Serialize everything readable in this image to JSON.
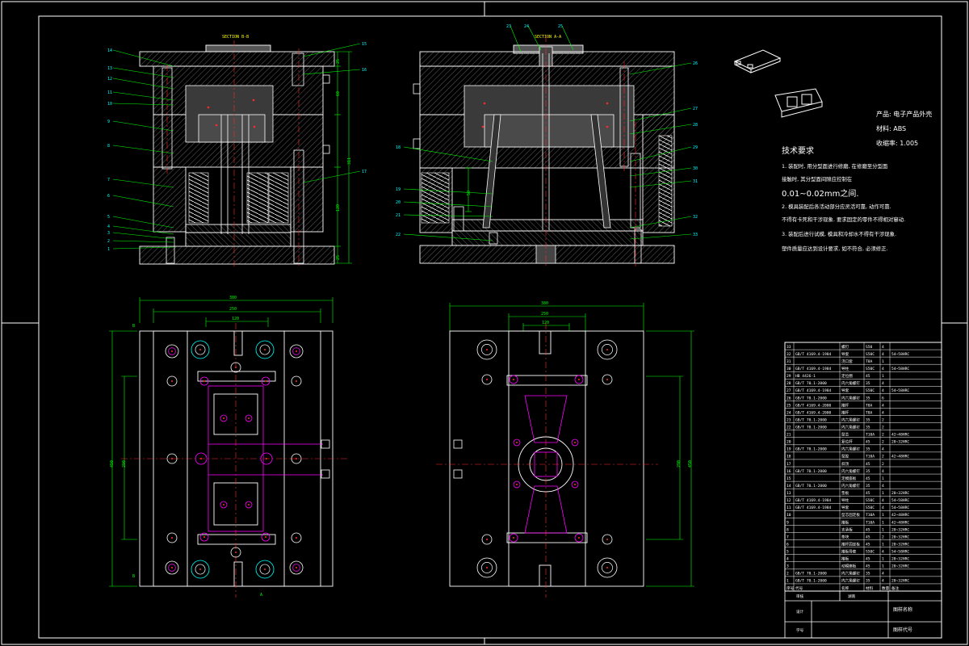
{
  "section_bb": "SECTION B-B",
  "section_aa": "SECTION A-A",
  "product": {
    "name_line": "产品: 电子产品外壳",
    "material_line": "材料: ABS",
    "shrink_line": "收缩率: 1.005"
  },
  "tech": {
    "heading": "技术要求",
    "lines": [
      "1. 装配时, 用分型面进行修磨, 在修磨至分型面",
      "接触时, 其分型面间隙应控制在",
      "0.01~0.02mm之间.",
      "2. 模具装配后各活动部分应灵活可靠, 动作可靠.",
      "不得有卡死和干涉现象. 要求固定的零件不得相对窜动.",
      "3. 装配后进行试模, 模具和冷却水不得有干涉现象.",
      "塑件质量应达到设计要求, 如不符合, 必须修正."
    ]
  },
  "dims": {
    "left_top": [
      "380",
      "250",
      "120"
    ],
    "right_top": [
      "380",
      "250",
      "120"
    ],
    "left_side": [
      "450",
      "290"
    ],
    "right_side": [
      "450",
      "290"
    ],
    "sec_right": [
      "25",
      "60",
      "120",
      "25",
      "311"
    ],
    "sec_inner": "50"
  },
  "view_marks": {
    "a_bottom": "A",
    "b_left_top": "B",
    "b_left_bottom": "B"
  },
  "callouts_left": [
    "14",
    "13",
    "12",
    "11",
    "10",
    "9",
    "8",
    "7",
    "6",
    "5",
    "4",
    "3",
    "2",
    "1"
  ],
  "callouts_left_right": [
    "15",
    "16",
    "17"
  ],
  "callouts_right_top": [
    "23",
    "24",
    "25"
  ],
  "callouts_right_right": [
    "26",
    "27",
    "28",
    "29",
    "30",
    "31",
    "32",
    "33"
  ],
  "callouts_right_left": [
    "18",
    "19",
    "20",
    "21",
    "22"
  ],
  "bom": {
    "rows": [
      [
        "33",
        "",
        "螺钉",
        "S50",
        "4",
        ""
      ],
      [
        "32",
        "GB/T 4169.4-1984",
        "导套",
        "S50C",
        "4",
        "54~58HRC"
      ],
      [
        "31",
        "",
        "浇口套",
        "T8A",
        "1",
        ""
      ],
      [
        "30",
        "GB/T 4169.4-1984",
        "导柱",
        "S50C",
        "4",
        "54~58HRC"
      ],
      [
        "29",
        "HB 4426-1",
        "定位圈",
        "45",
        "1",
        ""
      ],
      [
        "28",
        "GB/T 70.1-2000",
        "内六角螺钉",
        "35",
        "4",
        ""
      ],
      [
        "27",
        "GB/T 4169.4-1984",
        "导套",
        "S50C",
        "4",
        "54~58HRC"
      ],
      [
        "26",
        "GB/T 70.1-2000",
        "内六角螺钉",
        "35",
        "6",
        ""
      ],
      [
        "25",
        "GB/T 4169.4-2000",
        "推杆",
        "T8A",
        "4",
        ""
      ],
      [
        "24",
        "GB/T 4169.4-2000",
        "推杆",
        "T8A",
        "4",
        ""
      ],
      [
        "23",
        "GB/T 70.1-2000",
        "内六角螺钉",
        "35",
        "2",
        ""
      ],
      [
        "22",
        "GB/T 70.1-2000",
        "内六角螺钉",
        "35",
        "2",
        ""
      ],
      [
        "21",
        "",
        "型芯",
        "T10A",
        "2",
        "42~48HRC"
      ],
      [
        "20",
        "",
        "复位杆",
        "45",
        "2",
        "28~32HRC"
      ],
      [
        "19",
        "GB/T 70.1-2000",
        "内六角螺钉",
        "35",
        "4",
        ""
      ],
      [
        "18",
        "",
        "型腔",
        "T10A",
        "2",
        "42~48HRC"
      ],
      [
        "17",
        "",
        "斜顶",
        "45",
        "2",
        ""
      ],
      [
        "16",
        "GB/T 70.1-2000",
        "内六角螺钉",
        "35",
        "4",
        ""
      ],
      [
        "15",
        "",
        "定模座板",
        "45",
        "1",
        ""
      ],
      [
        "14",
        "GB/T 70.1-2000",
        "内六角螺钉",
        "35",
        "4",
        ""
      ],
      [
        "13",
        "",
        "垫板",
        "45",
        "1",
        "28~32HRC"
      ],
      [
        "12",
        "GB/T 4169.4-1984",
        "导柱",
        "S50C",
        "4",
        "54~58HRC"
      ],
      [
        "11",
        "GB/T 4169.4-1984",
        "导套",
        "S50C",
        "4",
        "54~58HRC"
      ],
      [
        "10",
        "",
        "型芯固定板",
        "T10A",
        "1",
        "42~48HRC"
      ],
      [
        "9",
        "",
        "推板",
        "T10A",
        "1",
        "42~48HRC"
      ],
      [
        "8",
        "",
        "支承板",
        "45",
        "1",
        "28~32HRC"
      ],
      [
        "7",
        "",
        "垫块",
        "45",
        "2",
        "28~32HRC"
      ],
      [
        "6",
        "",
        "推杆固定板",
        "45",
        "1",
        "28~32HRC"
      ],
      [
        "5",
        "",
        "推板导套",
        "S50C",
        "4",
        "54~58HRC"
      ],
      [
        "4",
        "",
        "推板",
        "45",
        "1",
        "28~32HRC"
      ],
      [
        "3",
        "",
        "动模座板",
        "45",
        "1",
        "28~32HRC"
      ],
      [
        "2",
        "GB/T 70.1-2000",
        "内六角螺钉",
        "35",
        "4",
        ""
      ],
      [
        "1",
        "GB/T 70.1-2000",
        "内六角螺钉",
        "35",
        "4",
        "28~32HRC"
      ]
    ],
    "header": [
      "序号",
      "代号",
      "名称",
      "材料",
      "数量",
      "备注"
    ]
  },
  "title_block": {
    "design_label": "设计",
    "check_label": "审核",
    "std_label": "学号",
    "company": "湖南",
    "drawing_name_label": "图样名称",
    "drawing_code_label": "图样代号"
  },
  "colors": {
    "background": "#000000",
    "frame": "#ffffff",
    "outline": "#ffffff",
    "hatch": "#808080",
    "center": "#ff0000",
    "dim": "#00ff00",
    "hidden": "#ffff00",
    "cooling": "#ff00ff",
    "accent": "#00ffff"
  }
}
